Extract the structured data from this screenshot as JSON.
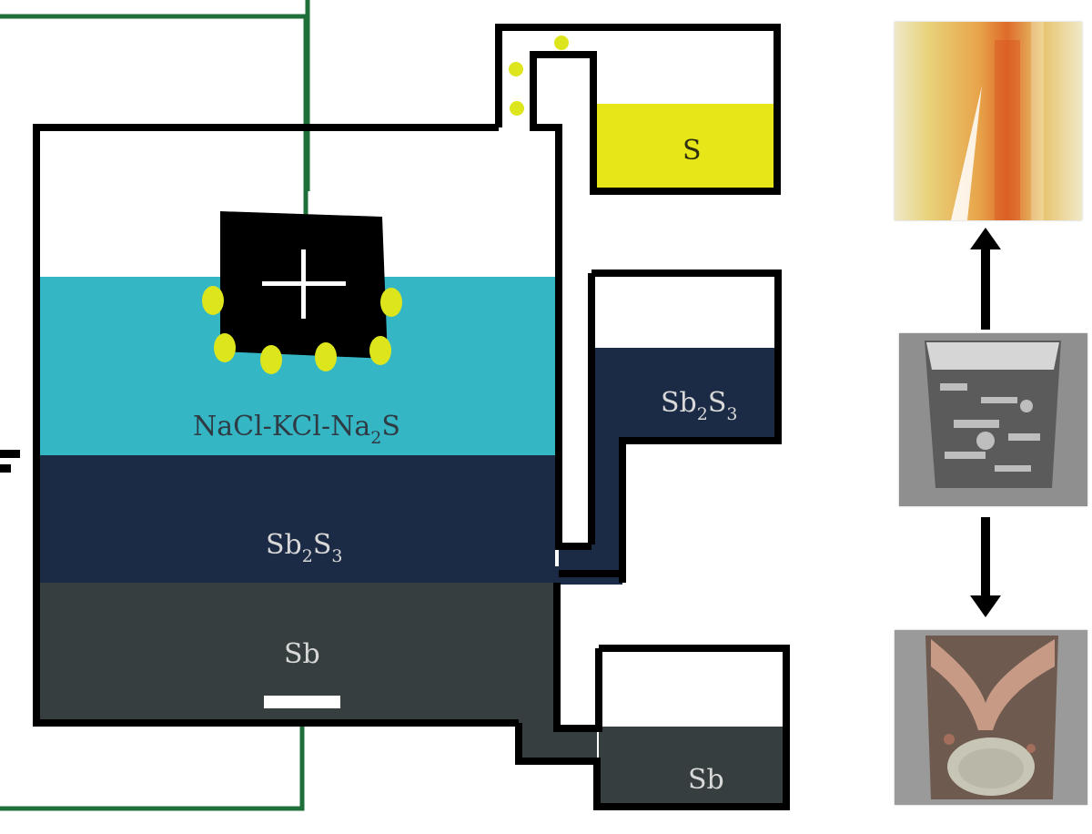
{
  "labels": {
    "salt_main": "NaCl-KCl-Na",
    "salt_sub": "2",
    "salt_tail": "S",
    "sb2s3_main_a": "Sb",
    "sb2s3_main_sub1": "2",
    "sb2s3_main_b": "S",
    "sb2s3_main_sub2": "3",
    "sb_main": "Sb",
    "sulfur_tank": "S",
    "sb2s3_tank_a": "Sb",
    "sb2s3_tank_sub1": "2",
    "sb2s3_tank_b": "S",
    "sb2s3_tank_sub2": "3",
    "sb_tank": "Sb"
  },
  "photos": [
    {
      "id": "sulfur-deposit-photo"
    },
    {
      "id": "sb2s3-ingot-photo"
    },
    {
      "id": "antimony-crucible-photo"
    }
  ],
  "colors": {
    "wire": "#1f6f3a",
    "outline": "#000000",
    "electrolyte": "#35b6c4",
    "sb2s3": "#1c2b45",
    "antimony": "#363e40",
    "sulfur": "#e6e619",
    "bubble": "#dde61c",
    "text_light": "#d8d8d8",
    "text_dark": "#2e3b44",
    "text_sulfur": "#2e2e10"
  }
}
